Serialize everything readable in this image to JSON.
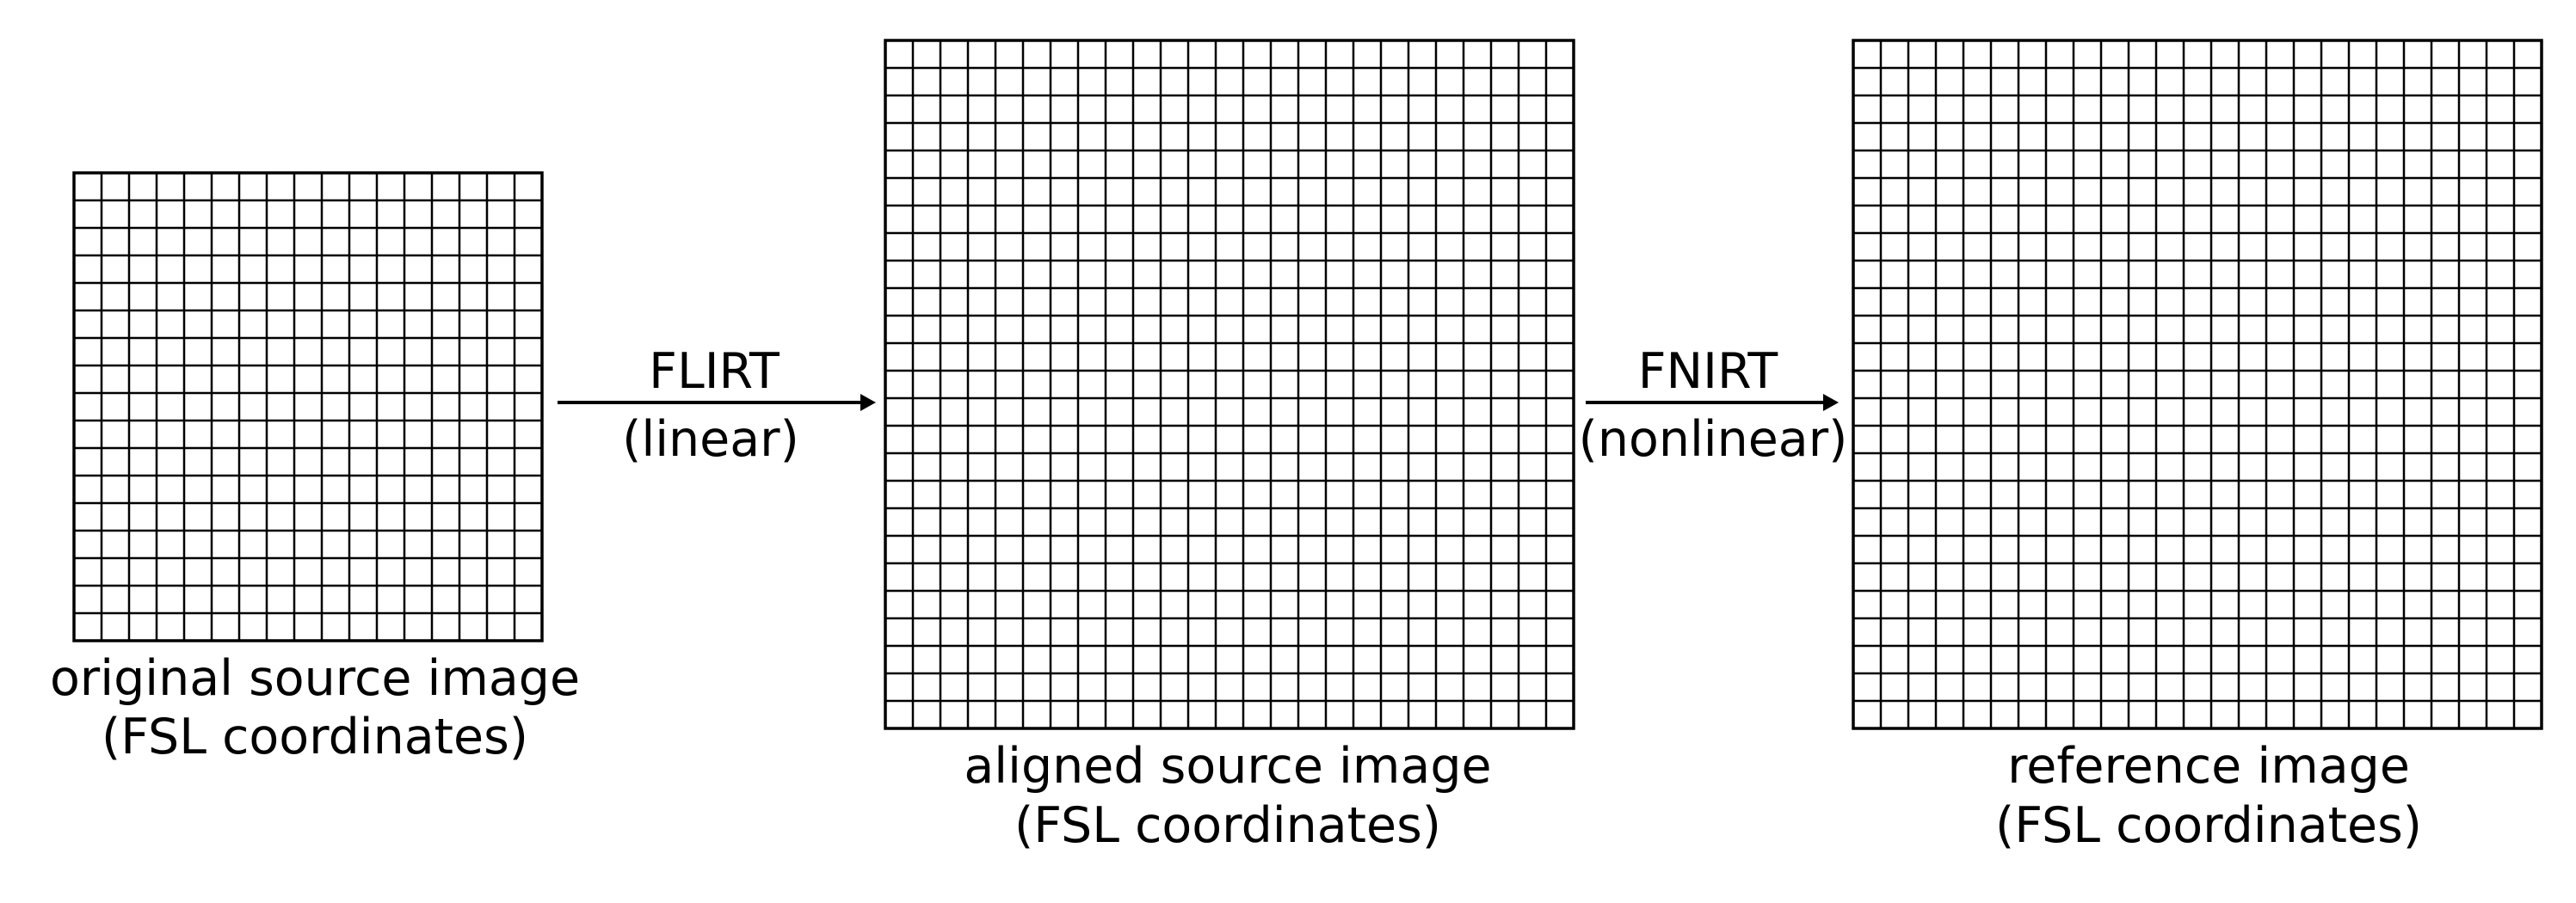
{
  "grids": [
    {
      "id": "original-source",
      "cells": 17,
      "caption_line1": "original source image",
      "caption_line2": "(FSL coordinates)"
    },
    {
      "id": "aligned-source",
      "cells": 25,
      "caption_line1": "aligned source image",
      "caption_line2": "(FSL coordinates)"
    },
    {
      "id": "reference",
      "cells": 25,
      "caption_line1": "reference image",
      "caption_line2": "(FSL coordinates)"
    }
  ],
  "arrows": [
    {
      "id": "flirt",
      "title": "FLIRT",
      "subtitle": "(linear)"
    },
    {
      "id": "fnirt",
      "title": "FNIRT",
      "subtitle": "(nonlinear)"
    }
  ],
  "colors": {
    "stroke": "#000000",
    "background": "#ffffff"
  }
}
